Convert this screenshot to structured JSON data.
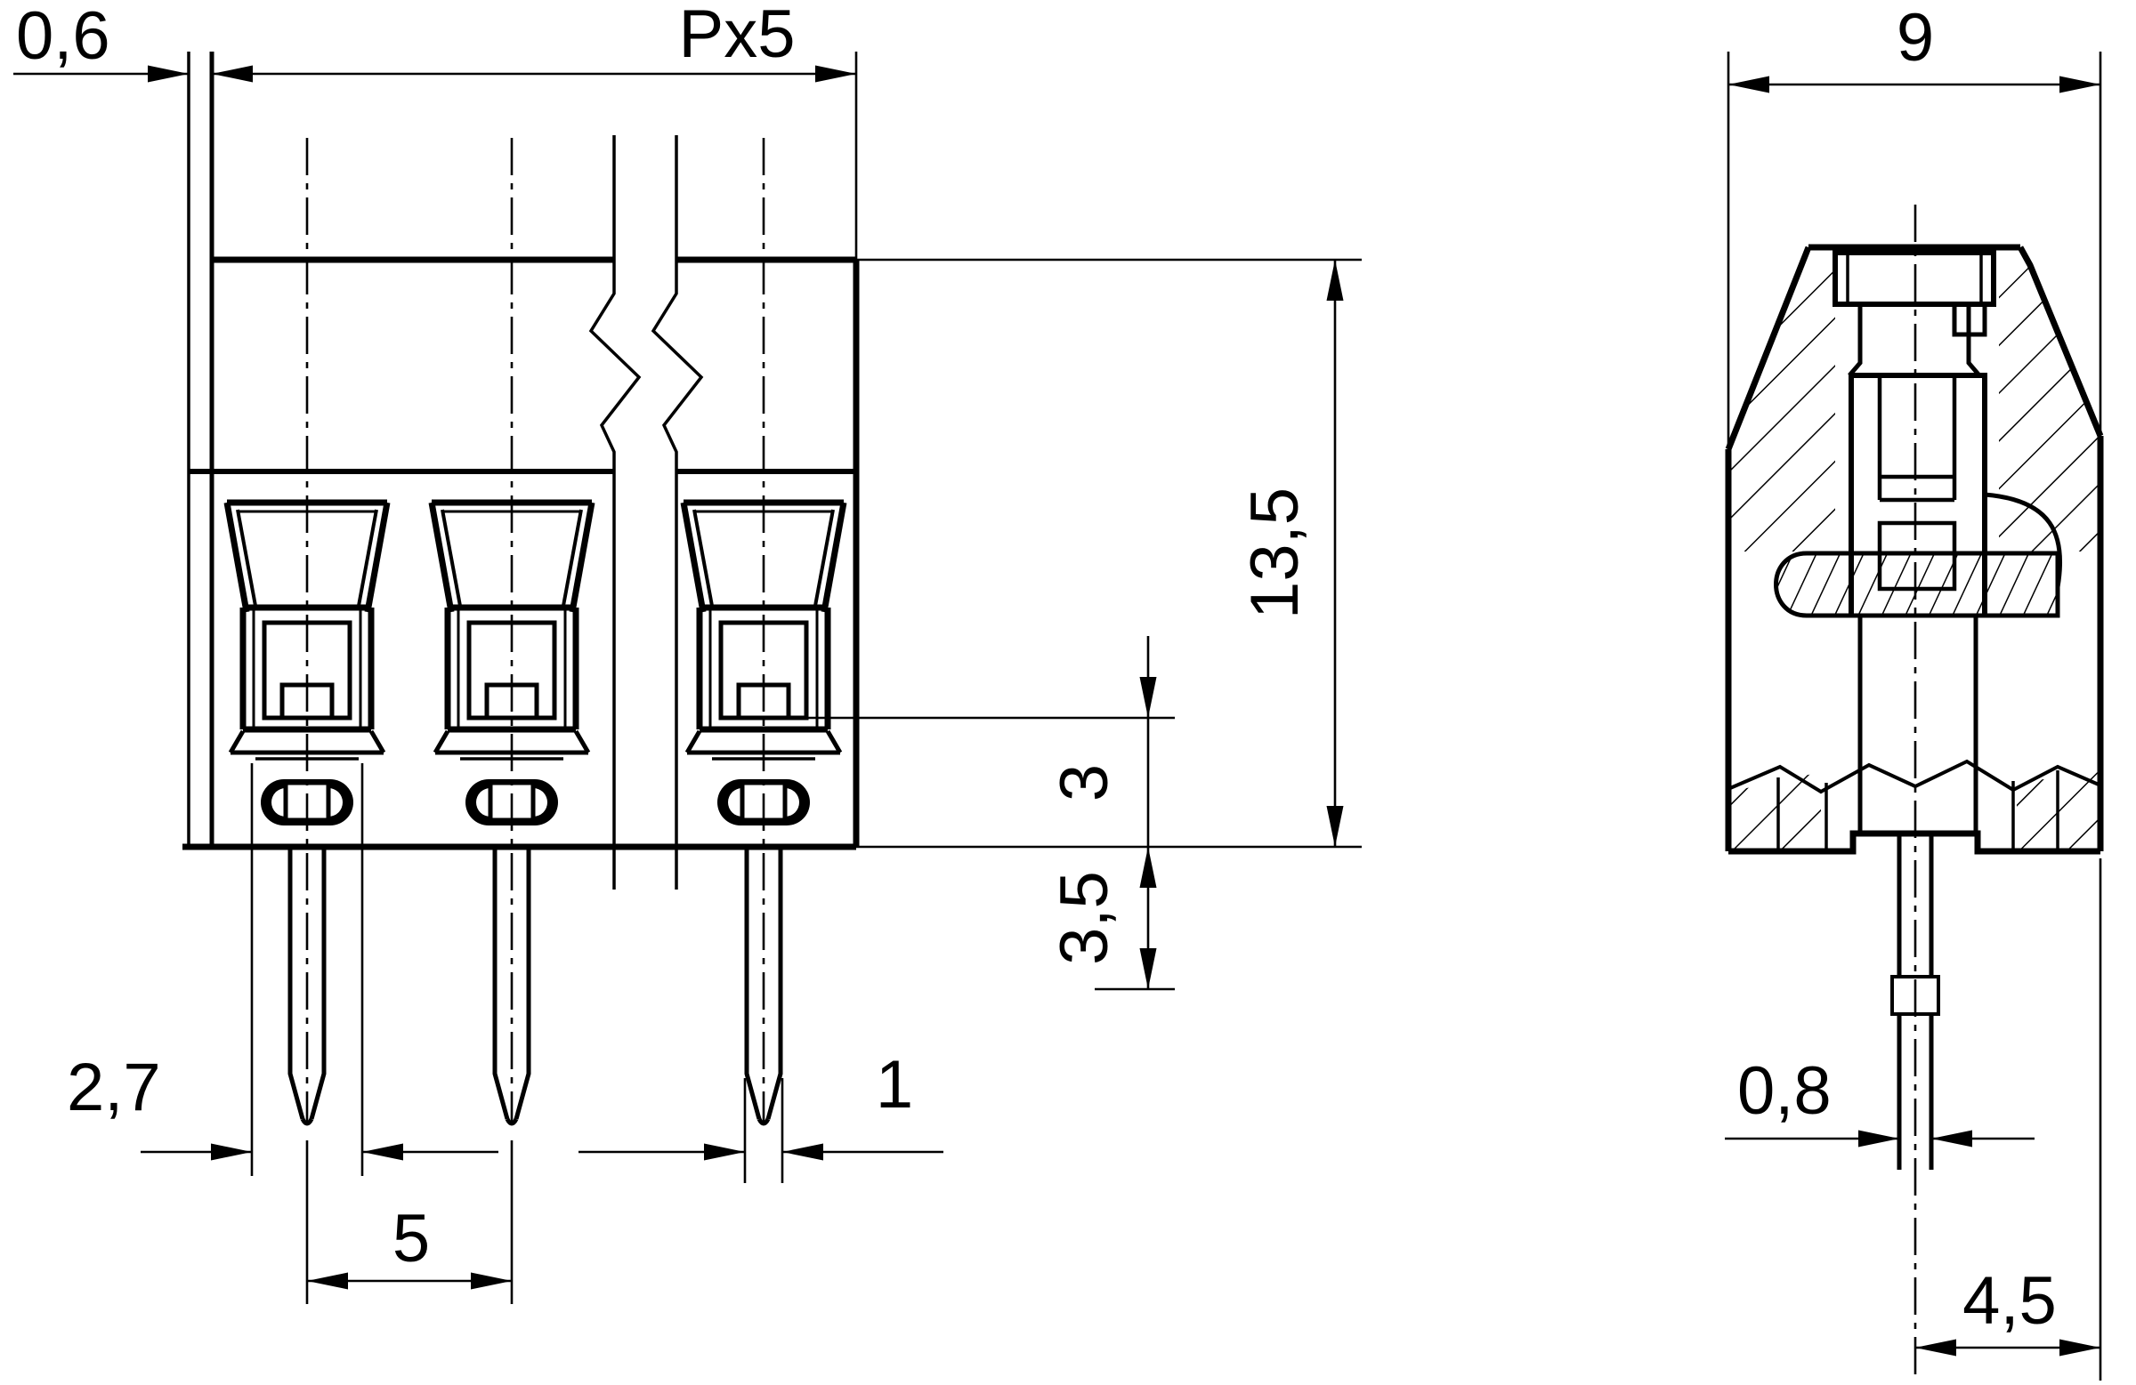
{
  "front": {
    "end_offset": "0,6",
    "pitch_total": "Px5",
    "overall_height": "13,5",
    "clamp_to_base": "3",
    "pin_projection": "3,5",
    "anchor_width": "2,7",
    "pin_pitch": "5",
    "pin_width": "1"
  },
  "side": {
    "overall_depth": "9",
    "pin_thickness": "0,8",
    "pin_center_to_edge": "4,5"
  },
  "colors": {
    "ink": "#000000",
    "paper": "#ffffff"
  }
}
